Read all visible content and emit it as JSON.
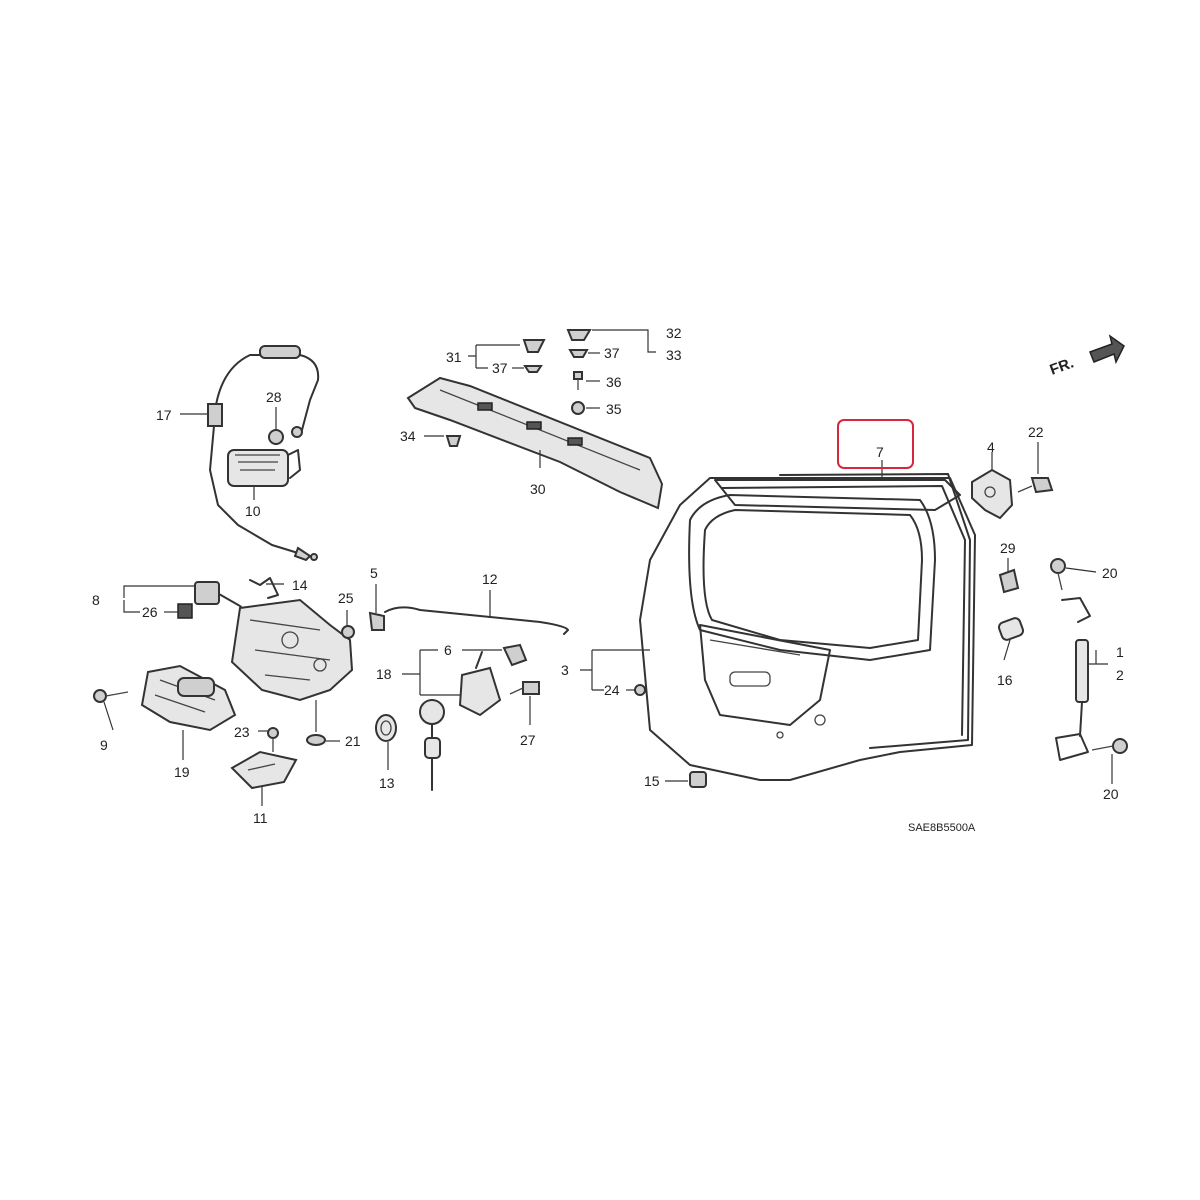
{
  "diagram": {
    "code": "SAE8B5500A",
    "front_indicator": "FR.",
    "highlight_color": "#d7263d",
    "highlighted_callout": "7",
    "callouts": {
      "c1": "1",
      "c2": "2",
      "c3": "3",
      "c4": "4",
      "c5": "5",
      "c6": "6",
      "c7": "7",
      "c8": "8",
      "c9": "9",
      "c10": "10",
      "c11": "11",
      "c12": "12",
      "c13": "13",
      "c14": "14",
      "c15": "15",
      "c16": "16",
      "c17": "17",
      "c18": "18",
      "c19": "19",
      "c20a": "20",
      "c20b": "20",
      "c21": "21",
      "c22": "22",
      "c23": "23",
      "c24": "24",
      "c25": "25",
      "c26": "26",
      "c27": "27",
      "c28": "28",
      "c29": "29",
      "c30": "30",
      "c31": "31",
      "c32": "32",
      "c33": "33",
      "c34": "34",
      "c35": "35",
      "c36": "36",
      "c37a": "37",
      "c37b": "37"
    }
  }
}
